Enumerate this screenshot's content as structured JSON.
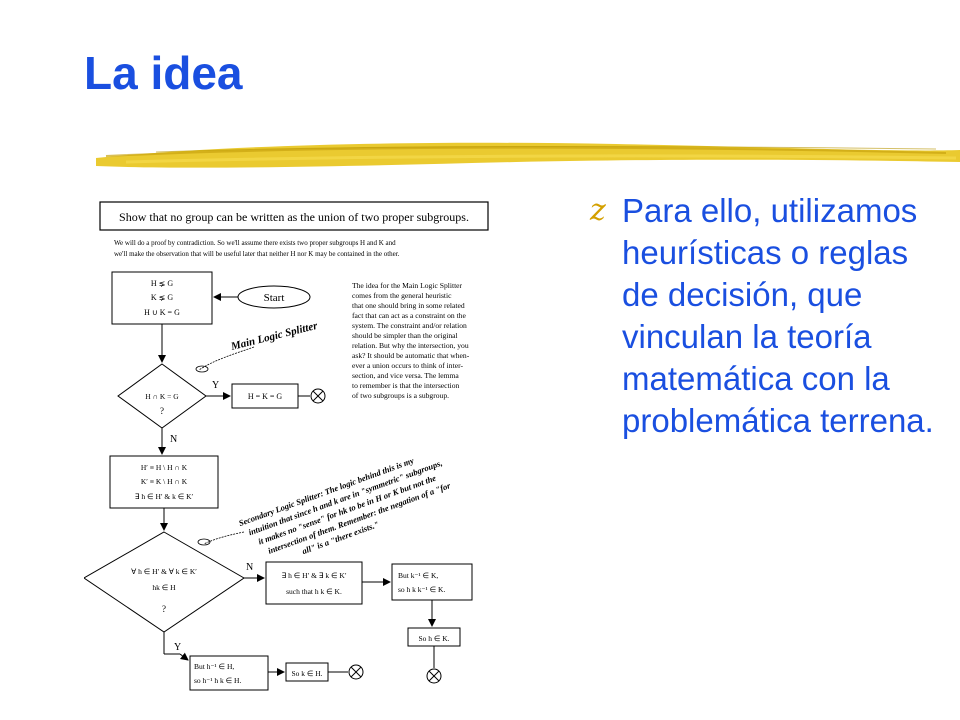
{
  "slide": {
    "title": "La idea",
    "bullet_glyph": "z",
    "bullet_text": "Para ello, utilizamos heurísticas o reglas de decisión, que vinculan la teoría matemática con la problemática terrena.",
    "colors": {
      "title": "#1a4fe0",
      "body": "#1a4fe0",
      "bullet": "#d4a000",
      "stroke": "#e8c41a"
    }
  },
  "flowchart": {
    "header": "Show that no group can be written as the union of two proper subgroups.",
    "intro_line1": "We will do a proof by contradiction. So we'll assume there exists two proper subgroups H and K and",
    "intro_line2": "we'll make the observation that will be useful later that neither H nor K may be contained in the other.",
    "box1_line1": "H ⪇ G",
    "box1_line2": "K ⪇ G",
    "box1_line3": "H ∪ K = G",
    "start": "Start",
    "main_splitter": "Main Logic Splitter",
    "note": [
      "The idea for the Main Logic Splitter",
      "comes from the general heuristic",
      "that one should bring in some related",
      "fact that can act as a constraint on the",
      "system. The constraint and/or relation",
      "should be simpler than the original",
      "relation. But why the intersection, you",
      "ask? It should be automatic that when-",
      "ever a union occurs to think of inter-",
      "section, and vice versa. The lemma",
      "to remember is that the intersection",
      "of two subgroups is a subgroup."
    ],
    "diamond1": "H ∩ K = G",
    "diamond1_q": "?",
    "yes1": "Y",
    "box_yes1": "H = K = G",
    "no1": "N",
    "box2_line1": "H′ ≡ H \\ H ∩ K",
    "box2_line2": "K′ ≡ K \\ H ∩ K",
    "box2_line3": "∃ h ∈ H′  &  k ∈ K′",
    "secondary": [
      "Secondary Logic Splitter: The logic behind this is my",
      "intuition that since h and k are in \"symmetric\" subgroups,",
      "it makes no \"sense\" for hk to be in H or K but not the",
      "intersection of them. Remember: the negation of a \"for",
      "all\" is a \"there exists.\""
    ],
    "diamond2_line1": "∀ h ∈ H′ & ∀ k ∈ K′",
    "diamond2_line2": "hk ∈ H",
    "diamond2_q": "?",
    "no2": "N",
    "box_no2_line1": "∃ h ∈ H′  &  ∃ k ∈ K′",
    "box_no2_line2": "such that  h k ∈ K.",
    "box_but1_line1": "But  k⁻¹ ∈ K,",
    "box_but1_line2": "so  h k k⁻¹ ∈ K.",
    "box_so1": "So  h ∈ K.",
    "yes2": "Y",
    "box_but2_line1": "But  h⁻¹ ∈ H,",
    "box_but2_line2": "so  h⁻¹ h k ∈ H.",
    "box_so2": "So  k ∈ H."
  }
}
